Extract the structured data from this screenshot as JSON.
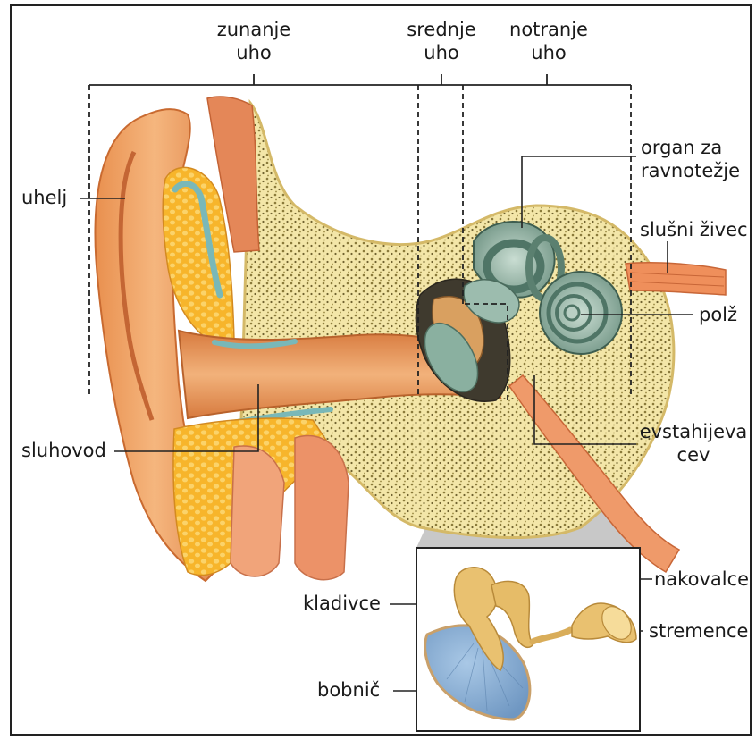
{
  "sections": {
    "outer_ear": [
      "zunanje",
      "uho"
    ],
    "middle_ear": [
      "srednje",
      "uho"
    ],
    "inner_ear": [
      "notranje",
      "uho"
    ]
  },
  "labels": {
    "uhelj": "uhelj",
    "sluhovod": "sluhovod",
    "organ_balance": [
      "organ za",
      "ravnotežje"
    ],
    "slusni_zivec": "slušni živec",
    "polz": "polž",
    "evstahijeva": [
      "evstahijeva",
      "cev"
    ],
    "kladivce": "kladivce",
    "nakovalce": "nakovalce",
    "stremence": "stremence",
    "bobnic": "bobnič"
  },
  "colors": {
    "skin": "#f0a668",
    "skin_dark": "#d97a3c",
    "fat": "#f7b52b",
    "bone": "#f3e6a8",
    "bone_speckle": "#8a7a3a",
    "cochlea": "#7a9c8c",
    "cochlea_light": "#b9cfc4",
    "eardrum": "#8fb4d8",
    "ossicle": "#e9c170",
    "muscle": "#e07a48",
    "zoom_cone": "#c8c8c8"
  }
}
